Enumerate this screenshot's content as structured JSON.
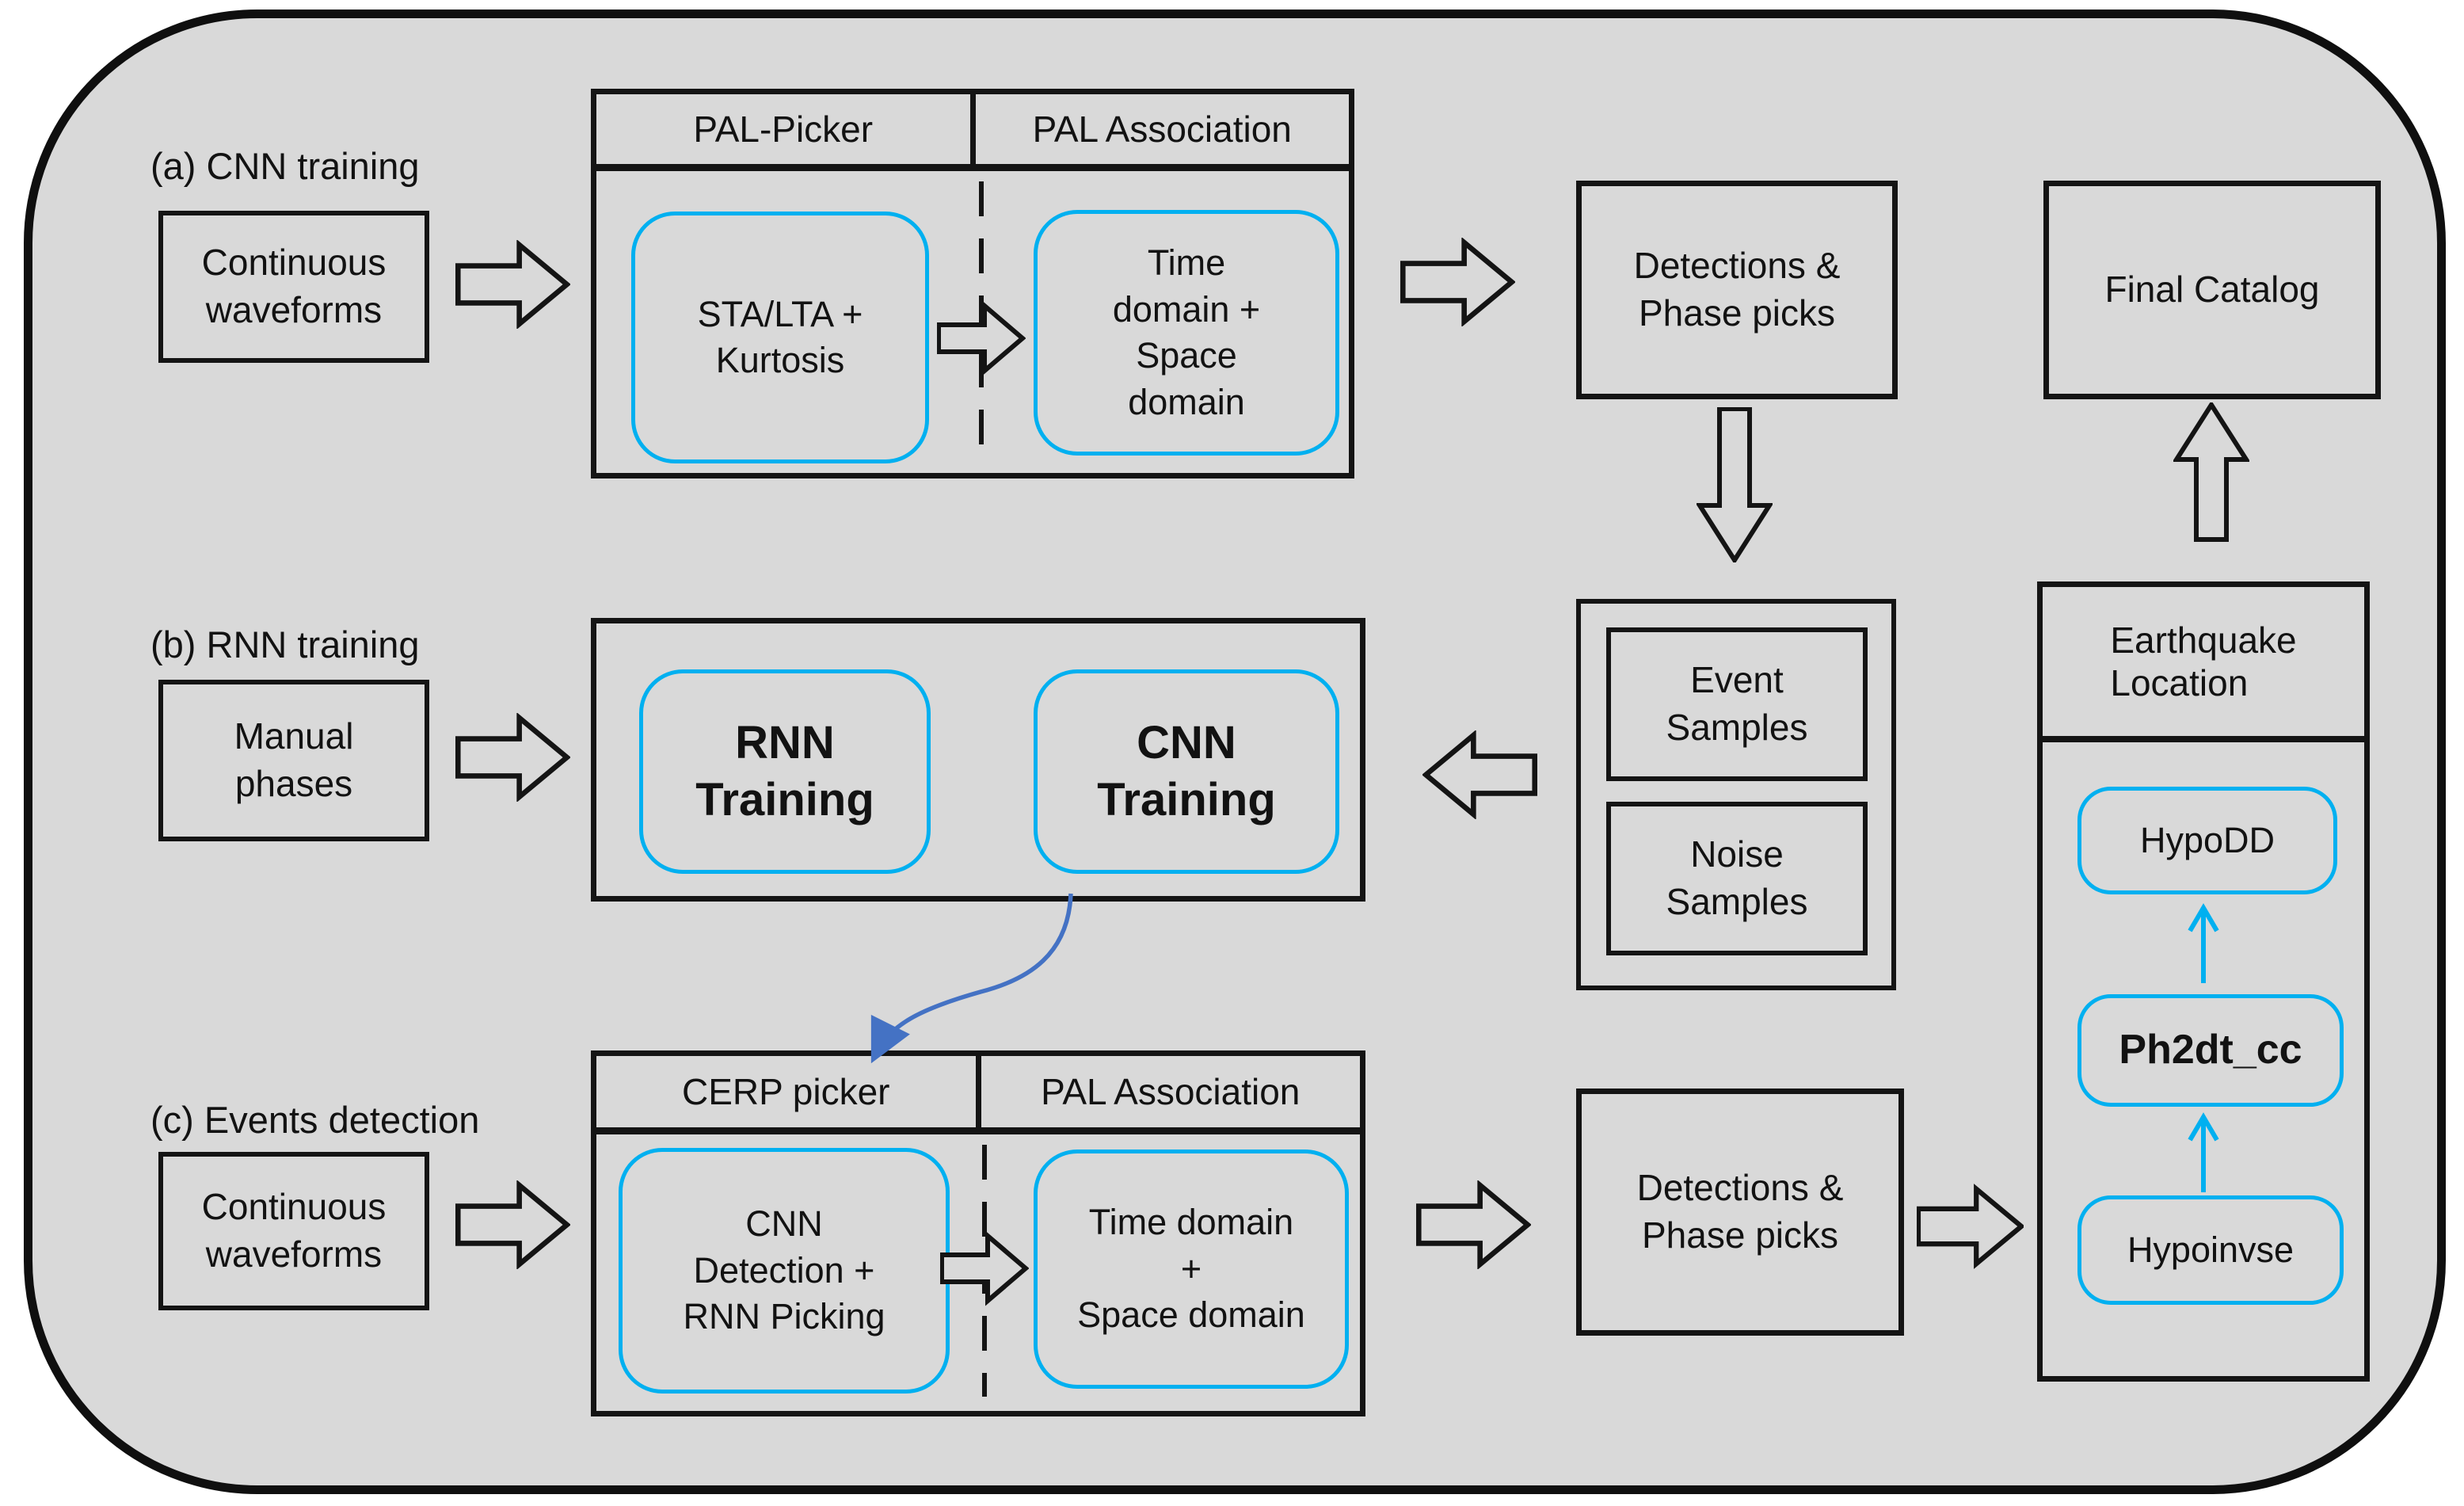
{
  "colors": {
    "diagram_background": "#d9d9d9",
    "outline": "#141414",
    "process_accent_cyan": "#00b0f0",
    "curved_arrow_blue": "#4472c4"
  },
  "row_a": {
    "label": "(a) CNN training",
    "input_box": "Continuous\nwaveforms",
    "table": {
      "header_left": "PAL-Picker",
      "header_right": "PAL Association",
      "cell_left": "STA/LTA +\nKurtosis",
      "cell_right": "Time\ndomain +\nSpace\ndomain"
    },
    "output_box": "Detections &\nPhase picks"
  },
  "row_b": {
    "label": "(b) RNN training",
    "input_box": "Manual\nphases",
    "rnn_box": "RNN\nTraining",
    "cnn_box": "CNN\nTraining"
  },
  "row_c": {
    "label": "(c) Events detection",
    "input_box": "Continuous\nwaveforms",
    "table": {
      "header_left": "CERP picker",
      "header_right": "PAL Association",
      "cell_left": "CNN\nDetection +\nRNN Picking",
      "cell_right": "Time domain\n+\nSpace domain"
    },
    "output_box": "Detections &\nPhase picks"
  },
  "right_column": {
    "final_catalog": "Final Catalog",
    "samples": {
      "event": "Event\nSamples",
      "noise": "Noise\nSamples"
    },
    "earthquake_location": {
      "title": "Earthquake\nLocation",
      "hypodd": "HypoDD",
      "ph2dt_cc": "Ph2dt_cc",
      "hypoinvse": "Hypoinvse"
    }
  }
}
